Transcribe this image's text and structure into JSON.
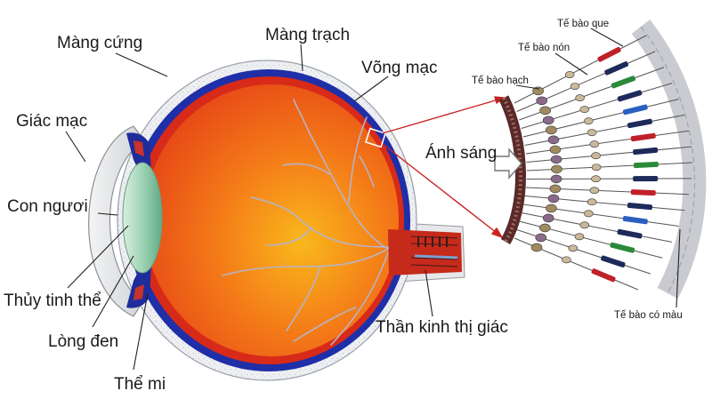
{
  "eye": {
    "labels": {
      "sclera": "Màng cứng",
      "choroid": "Màng trạch",
      "retina": "Võng mạc",
      "cornea": "Giác mạc",
      "pupil": "Con ngươi",
      "lens": "Thủy tinh thể",
      "iris": "Lòng đen",
      "ciliary_body": "Thể mi",
      "optic_nerve": "Thần kinh thị giác"
    }
  },
  "retina_detail": {
    "light_label": "Ánh sáng",
    "labels": {
      "rod_cells": "Tế bào que",
      "cone_cells": "Tế bào nón",
      "ganglion_cells": "Tế bào hạch",
      "pigment_cells": "Tế bào có màu"
    }
  },
  "colors": {
    "sclera": "#e9eaee",
    "choroid": "#1f2fa8",
    "retina": "#d82a18",
    "vitreous_inner": "#f6a018",
    "nerve": "#c62a1a",
    "arrow": "#cc2222"
  }
}
